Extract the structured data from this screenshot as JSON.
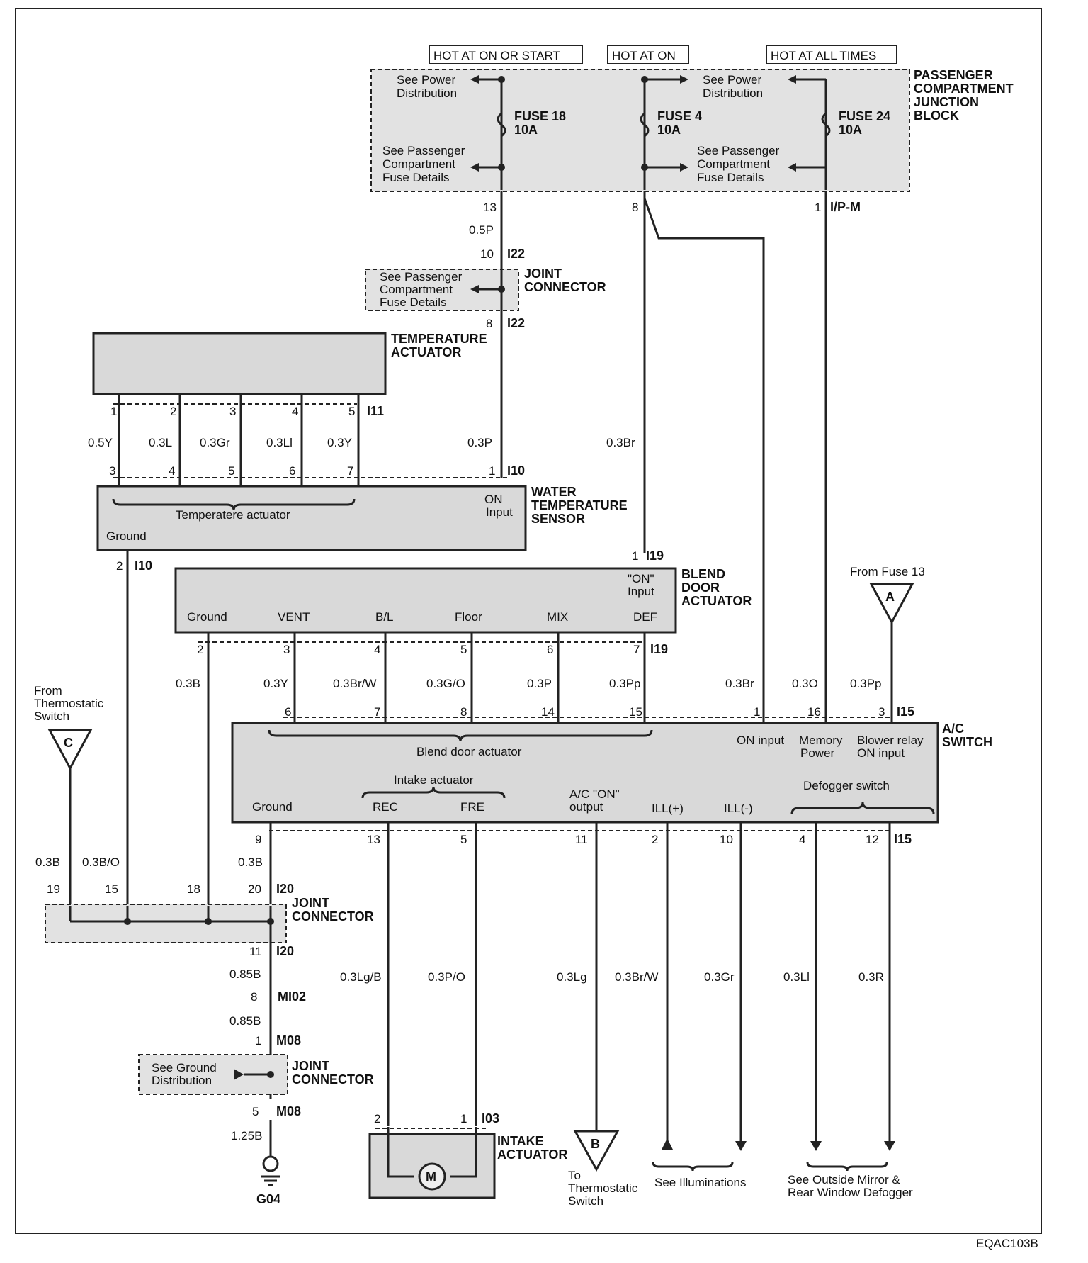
{
  "hot_labels": {
    "on_or_start": "HOT AT ON OR START",
    "on": "HOT AT ON",
    "all_times": "HOT AT ALL TIMES"
  },
  "pcjb": {
    "title": [
      "PASSENGER",
      "COMPARTMENT",
      "JUNCTION",
      "BLOCK"
    ],
    "see_power": [
      "See Power",
      "Distribution"
    ],
    "see_fuse": [
      "See Passenger",
      "Compartment",
      "Fuse Details"
    ],
    "fuse18": [
      "FUSE 18",
      "10A"
    ],
    "fuse4": [
      "FUSE 4",
      "10A"
    ],
    "fuse24": [
      "FUSE 24",
      "10A"
    ],
    "pins": {
      "p13": "13",
      "p8": "8",
      "p1": "1",
      "conn": "I/P-M"
    }
  },
  "wire_0_5P": "0.5P",
  "joint_connector_1": {
    "title": [
      "JOINT",
      "CONNECTOR"
    ],
    "see_fuse": [
      "See Passenger",
      "Compartment",
      "Fuse Details"
    ],
    "pin_top": "10",
    "pin_bottom": "8",
    "conn": "I22"
  },
  "temp_actuator": {
    "title": [
      "TEMPERATURE",
      "ACTUATOR"
    ],
    "pins": [
      "1",
      "2",
      "3",
      "4",
      "5"
    ],
    "conn": "I11"
  },
  "wires_temp": [
    "0.5Y",
    "0.3L",
    "0.3Gr",
    "0.3Ll",
    "0.3Y",
    "0.3P",
    "0.3Br"
  ],
  "water_sensor": {
    "title": [
      "WATER",
      "TEMPERATURE",
      "SENSOR"
    ],
    "pins": [
      "3",
      "4",
      "5",
      "6",
      "7",
      "1"
    ],
    "conn": "I10",
    "temp_label": "Temperatere actuator",
    "ground": "Ground",
    "on_input": [
      "ON",
      "Input"
    ],
    "pin_ground": "2"
  },
  "blend_door": {
    "title": [
      "BLEND",
      "DOOR",
      "ACTUATOR"
    ],
    "on_input": [
      "\"ON\"",
      "Input"
    ],
    "pin_top": "1",
    "conn": "I19",
    "labels": [
      "Ground",
      "VENT",
      "B/L",
      "Floor",
      "MIX",
      "DEF"
    ],
    "pins": [
      "2",
      "3",
      "4",
      "5",
      "6",
      "7"
    ]
  },
  "from_fuse13": "From Fuse 13",
  "conn_a": "A",
  "wires_mid": [
    "0.3B",
    "0.3Y",
    "0.3Br/W",
    "0.3G/O",
    "0.3P",
    "0.3Pp",
    "0.3Br",
    "0.3O",
    "0.3Pp"
  ],
  "ac_switch": {
    "title": [
      "A/C",
      "SWITCH"
    ],
    "top_pins": [
      "6",
      "7",
      "8",
      "14",
      "15",
      "1",
      "16",
      "3"
    ],
    "conn": "I15",
    "blend_label": "Blend door actuator",
    "on_input": "ON input",
    "memory": [
      "Memory",
      "Power"
    ],
    "blower": [
      "Blower relay",
      "ON input"
    ],
    "intake_label": "Intake actuator",
    "defogger": "Defogger switch",
    "bottom_labels": [
      "Ground",
      "REC",
      "FRE",
      "A/C \"ON\"",
      "output",
      "ILL(+)",
      "ILL(-)"
    ],
    "bottom_pins": [
      "9",
      "13",
      "5",
      "11",
      "2",
      "10",
      "4",
      "12"
    ]
  },
  "thermo_from": [
    "From",
    "Thermostatic",
    "Switch"
  ],
  "conn_c": "C",
  "joint_connector_2": {
    "title": [
      "JOINT",
      "CONNECTOR"
    ],
    "pins": [
      "19",
      "15",
      "18",
      "20"
    ],
    "conn": "I20",
    "pin_bottom": "11"
  },
  "wires_low_left": [
    "0.3B",
    "0.3B/O",
    "0.3B"
  ],
  "ground_chain": {
    "w1": "0.85B",
    "pin_mi02": "8",
    "conn_mi02": "MI02",
    "w2": "0.85B",
    "pin_m08a": "1",
    "conn_m08": "M08",
    "pin_m08b": "5",
    "w3": "1.25B",
    "ground": "G04"
  },
  "joint_connector_3": {
    "title": [
      "JOINT",
      "CONNECTOR"
    ],
    "see_ground": [
      "See Ground",
      "Distribution"
    ]
  },
  "wires_bottom": [
    "0.3Lg/B",
    "0.3P/O",
    "0.3Lg",
    "0.3Br/W",
    "0.3Gr",
    "0.3Ll",
    "0.3R"
  ],
  "intake_actuator": {
    "title": [
      "INTAKE",
      "ACTUATOR"
    ],
    "pins": [
      "2",
      "1"
    ],
    "conn": "I03",
    "motor": "M"
  },
  "conn_b": "B",
  "to_thermo": [
    "To",
    "Thermostatic",
    "Switch"
  ],
  "see_illum": "See Illuminations",
  "see_mirror": [
    "See Outside Mirror &",
    "Rear Window Defogger"
  ],
  "code": "EQAC103B"
}
